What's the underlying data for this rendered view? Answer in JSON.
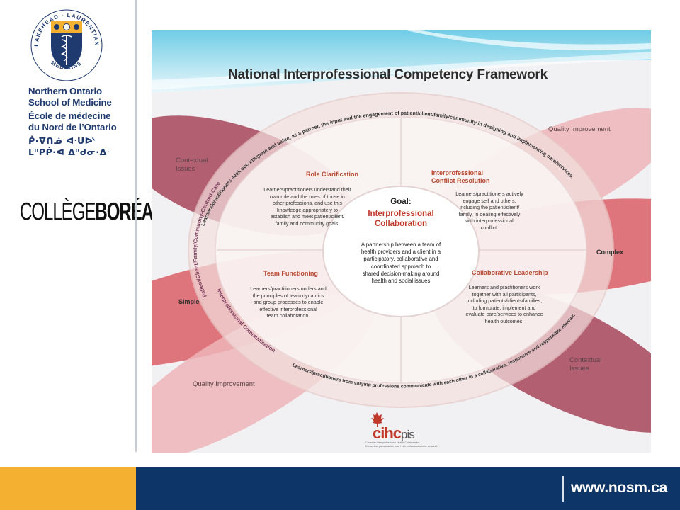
{
  "sidebar": {
    "crest": {
      "arc_top": "LAKEHEAD · LAURENTIAN",
      "arc_bottom": "MEDICINE"
    },
    "school_lines": [
      "Northern Ontario",
      "School of Medicine",
      "École de médecine",
      "du Nord de l’Ontario",
      "ᑮ·ᐁᑎᓅ ᐊᐧᑌᐭ",
      "ᒪᐦᑭᑮ·ᐊ ᐃᐦᑯᓂ·ᐃᐧ"
    ],
    "partner": {
      "light": "COLLÈGE",
      "heavy": "BORÉAL"
    }
  },
  "framework": {
    "title": "National Interprofessional Competency Framework",
    "ring_top": "Learners/practitioners seek out, integrate and value, as a partner, the input and the engagement of patient/client/family/community in designing and implementing care/services.",
    "ring_left_top": "Patient/Client/Family/Community-Centred Care",
    "ring_left_bottom": "Interprofessional Communication",
    "ring_bottom": "Learners/practitioners from varying professions communicate with each other in a collaborative, responsive and responsible manner.",
    "corners": {
      "quality_top": "Quality Improvement",
      "contextual_left": [
        "Contextual",
        "Issues"
      ],
      "complex": "Complex",
      "simple": "Simple",
      "contextual_right": [
        "Contextual",
        "Issues"
      ],
      "quality_bottom": "Quality Improvement"
    },
    "quadrants": {
      "role": {
        "title": "Role Clarification",
        "body": [
          "Learners/practitioners understand their",
          "own role and the roles of those in",
          "other professions, and use this",
          "knowledge appropriately to",
          "establish and meet patient/client/",
          "family and community goals."
        ]
      },
      "conflict": {
        "title": [
          "Interprofessional",
          "Conflict Resolution"
        ],
        "body": [
          "Learners/practitioners actively",
          "engage self and others,",
          "including the patient/client/",
          "family, in dealing effectively",
          "with interprofessional",
          "conflict."
        ]
      },
      "team": {
        "title": "Team Functioning",
        "body": [
          "Learners/practitioners understand",
          "the principles of team dynamics",
          "and group processes to enable",
          "effective interprofessional",
          "team collaboration."
        ]
      },
      "leadership": {
        "title": "Collaborative Leadership",
        "body": [
          "Learners and practitioners work",
          "together with all participants,",
          "including patients/clients/families,",
          "to formulate, implement and",
          "evaluate care/services to enhance",
          "health outcomes."
        ]
      }
    },
    "goal": {
      "label": "Goal:",
      "title": [
        "Interprofessional",
        "Collaboration"
      ],
      "body": [
        "A partnership between a team of",
        "health providers and a client in a",
        "participatory, collaborative and",
        "coordinated approach to",
        "shared decision-making around",
        "health and social issues"
      ]
    },
    "logo": {
      "name": "cihc",
      "suffix": "pis",
      "en": "Canadian Interprofessional Health Collaborative",
      "fr": "Consortium pancanadien pour l’interprofessionnalisme en santé"
    },
    "colors": {
      "petal_dark": "#a8455a",
      "petal_red": "#dc5f66",
      "petal_pink": "#efb5b9",
      "ring": "#f3e1df",
      "inner_ellipse": "#fbf7f6",
      "heading_red": "#b8472d",
      "sky": "#7fd3ea"
    }
  },
  "footer": {
    "url": "www.nosm.ca"
  }
}
